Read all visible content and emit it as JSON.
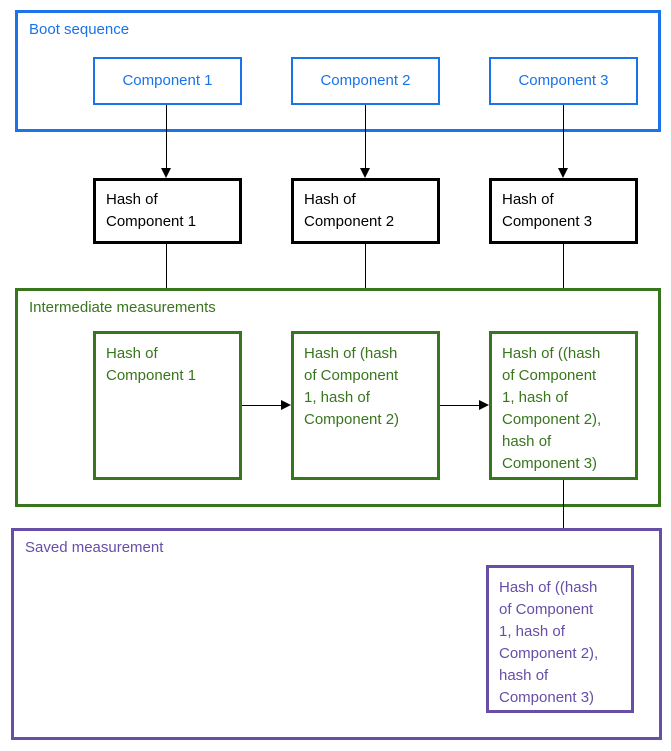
{
  "colors": {
    "blue": "#1a73e8",
    "green": "#38761d",
    "purple": "#674ea7",
    "black": "#000000"
  },
  "sections": {
    "boot_sequence": {
      "label": "Boot sequence",
      "components": [
        {
          "label": "Component 1"
        },
        {
          "label": "Component 2"
        },
        {
          "label": "Component 3"
        }
      ]
    },
    "hash_row": {
      "boxes": [
        {
          "text": "Hash of\nComponent 1"
        },
        {
          "text": "Hash of\nComponent 2"
        },
        {
          "text": "Hash of\nComponent 3"
        }
      ]
    },
    "intermediate_measurements": {
      "label": "Intermediate measurements",
      "boxes": [
        {
          "text": "Hash of\nComponent 1"
        },
        {
          "text": "Hash of (hash\nof Component\n1, hash of\nComponent 2)"
        },
        {
          "text": "Hash of ((hash\nof Component\n1, hash of\nComponent 2),\nhash of\nComponent 3)"
        }
      ]
    },
    "saved_measurement": {
      "label": "Saved measurement",
      "box": {
        "text": "Hash of ((hash\nof Component\n1, hash of\nComponent 2),\nhash of\nComponent 3)"
      }
    }
  }
}
